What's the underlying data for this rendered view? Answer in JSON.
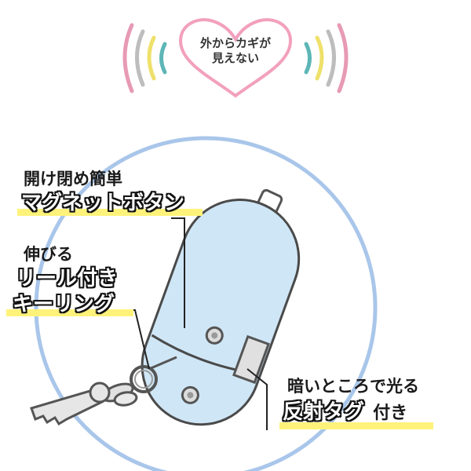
{
  "badge": {
    "line1": "外からカギが",
    "line2": "見えない"
  },
  "labels": {
    "easy_open": "開け閉め簡単",
    "magnet_button": "マグネットボタン",
    "stretch": "伸びる",
    "reel": "リール付き",
    "key_ring": "キーリング",
    "glow": "暗いところで光る",
    "reflective_tag": "反射タグ",
    "tsuki": "付き"
  },
  "colors": {
    "case_fill": "#cfe6f6",
    "circle_stroke": "#a9c6ea",
    "heart_stroke": "#f2a0bd",
    "wave_pink": "#e79ab5",
    "wave_yellow": "#eee06a",
    "wave_teal": "#5db6b6",
    "wave_gray": "#bdbdbd",
    "highlight_yellow": "#fff27a"
  }
}
